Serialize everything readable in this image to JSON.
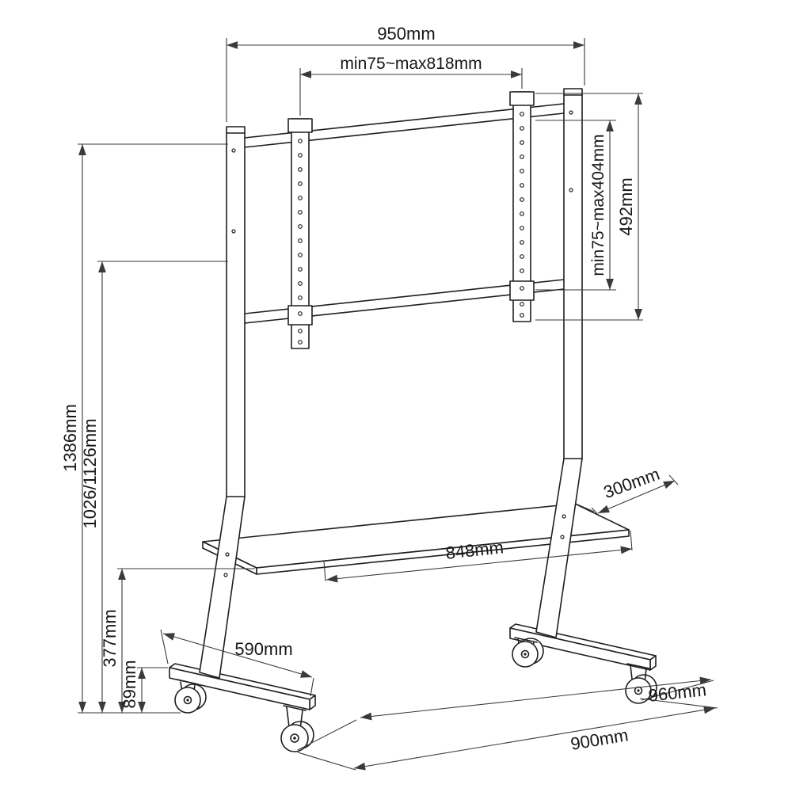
{
  "diagram": {
    "colors": {
      "line": "#1f1f1f",
      "dim": "#3a3a3a",
      "background": "#ffffff"
    },
    "unit": "mm",
    "dimensions": {
      "overall_width": "950mm",
      "vesa_width_range": "min75~max818mm",
      "bracket_height": "492mm",
      "vesa_height_range": "min75~max404mm",
      "overall_height": "1386mm",
      "column_height": "1026/1126mm",
      "shelf_height": "377mm",
      "base_height": "89mm",
      "leg_length": "590mm",
      "shelf_depth": "300mm",
      "shelf_width": "848mm",
      "base_depth": "960mm",
      "base_width": "900mm"
    }
  }
}
